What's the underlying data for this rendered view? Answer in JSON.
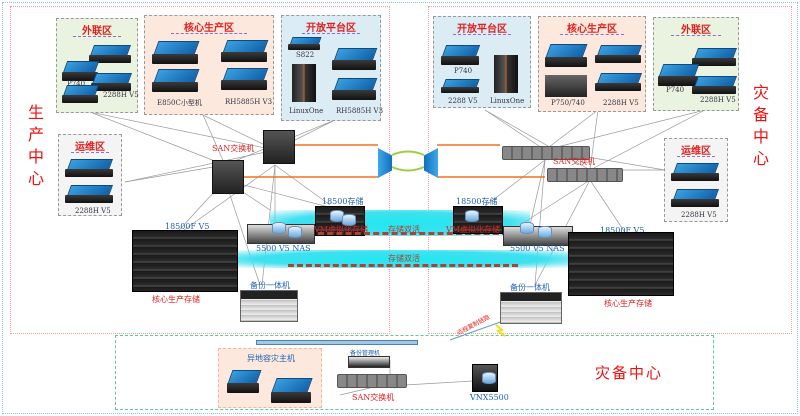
{
  "sites": {
    "production": {
      "title": "生产中心",
      "zones": {
        "external": {
          "title": "外联区",
          "labels": [
            "P740",
            "2288H V5"
          ]
        },
        "core": {
          "title": "核心生产区",
          "labels": [
            "E850C小型机",
            "RH5885H V3"
          ]
        },
        "open": {
          "title": "开放平台区",
          "labels": [
            "S822",
            "LinuxOne",
            "RH5885H V3"
          ]
        },
        "ops": {
          "title": "运维区",
          "labels": [
            "2288H V5"
          ]
        }
      },
      "san_switch": "SAN交换机",
      "storage_18500": "18500存储",
      "storage_18500f": "18500F V5",
      "nas": "5500 V5 NAS",
      "core_storage": "核心生产存储",
      "backup": "备份一体机",
      "vm_storage": "VM虚拟化存储"
    },
    "disaster_recovery": {
      "title": "灾备中心",
      "zones": {
        "open": {
          "title": "开放平台区",
          "labels": [
            "P740",
            "2288 V5",
            "LinuxOne"
          ]
        },
        "core": {
          "title": "核心生产区",
          "labels": [
            "P750/740",
            "2288H V5"
          ]
        },
        "external": {
          "title": "外联区",
          "labels": [
            "P740",
            "2288H V5"
          ]
        },
        "ops": {
          "title": "运维区",
          "labels": [
            "2288H V5"
          ]
        }
      },
      "san_switch": "SAN交换机",
      "storage_18500": "18500存储",
      "storage_18500f": "18500F V5",
      "nas": "5500 V5 NAS",
      "core_storage": "核心生产存储",
      "backup": "备份一体机",
      "vm_storage": "VM虚拟化存储"
    },
    "remote": {
      "title": "灾备中心",
      "host_zone": "异地容灾主机",
      "backup_mgr": "备份管理机",
      "san_switch": "SAN交换机",
      "storage": "VNX5500",
      "link": "远程复制链路"
    }
  },
  "links": {
    "storage_active_active": "存储双活"
  },
  "colors": {
    "accent_red": "#e02020",
    "label_blue": "#2060b0",
    "beam_cyan": "#20e8f0",
    "fiber_orange": "#f07020"
  }
}
